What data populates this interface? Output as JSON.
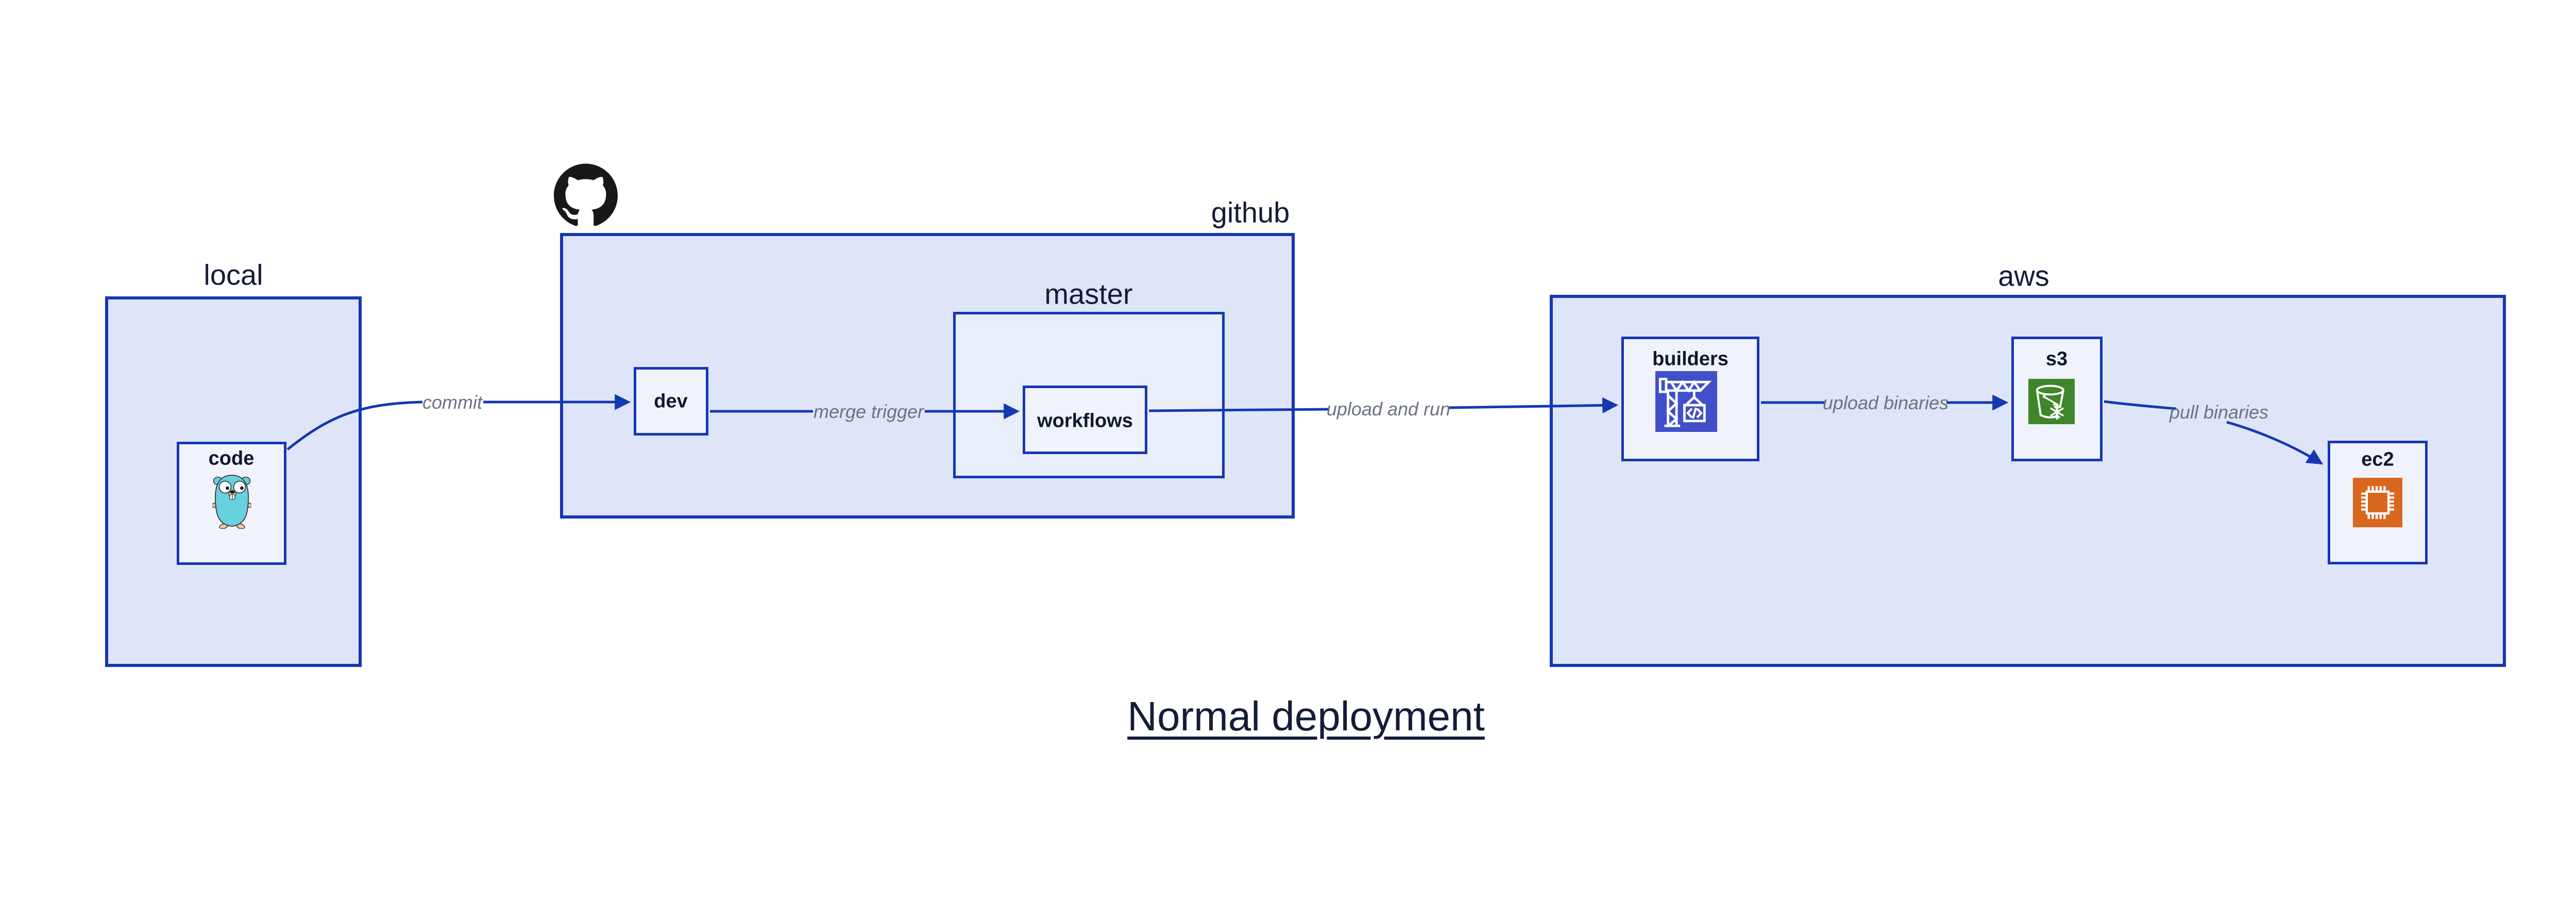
{
  "title": {
    "text": "Normal deployment"
  },
  "groups": {
    "local": {
      "label": "local"
    },
    "github": {
      "label": "github"
    },
    "master": {
      "label": "master"
    },
    "aws": {
      "label": "aws"
    }
  },
  "nodes": {
    "code": {
      "label": "code"
    },
    "dev": {
      "label": "dev"
    },
    "workflows": {
      "label": "workflows"
    },
    "builders": {
      "label": "builders"
    },
    "s3": {
      "label": "s3"
    },
    "ec2": {
      "label": "ec2"
    }
  },
  "edges": {
    "commit": {
      "label": "commit"
    },
    "merge_trigger": {
      "label": "merge trigger"
    },
    "upload_and_run": {
      "label": "upload and run"
    },
    "upload_binaries": {
      "label": "upload binaries"
    },
    "pull_binaries": {
      "label": "pull binaries"
    }
  },
  "icons": {
    "github_logo": "octocat-icon",
    "code": "go-gopher-icon",
    "builders": "crane-codebuild-icon",
    "s3": "bucket-snowflake-icon",
    "ec2": "cpu-chip-icon"
  },
  "colors": {
    "border_blue": "#1538b2",
    "arrow_blue": "#1538b2",
    "group_fill": "#dfe5f8",
    "master_fill": "#e9eefb",
    "node_fill": "#f0f3fc",
    "label_navy": "#141c38",
    "edge_label_gray": "#6b7280",
    "builders_icon_bg": "#4150c8",
    "s3_icon_bg": "#3e8629",
    "ec2_icon_bg": "#d9671e",
    "octocat_black": "#191717",
    "gopher_teal": "#68d1df"
  }
}
